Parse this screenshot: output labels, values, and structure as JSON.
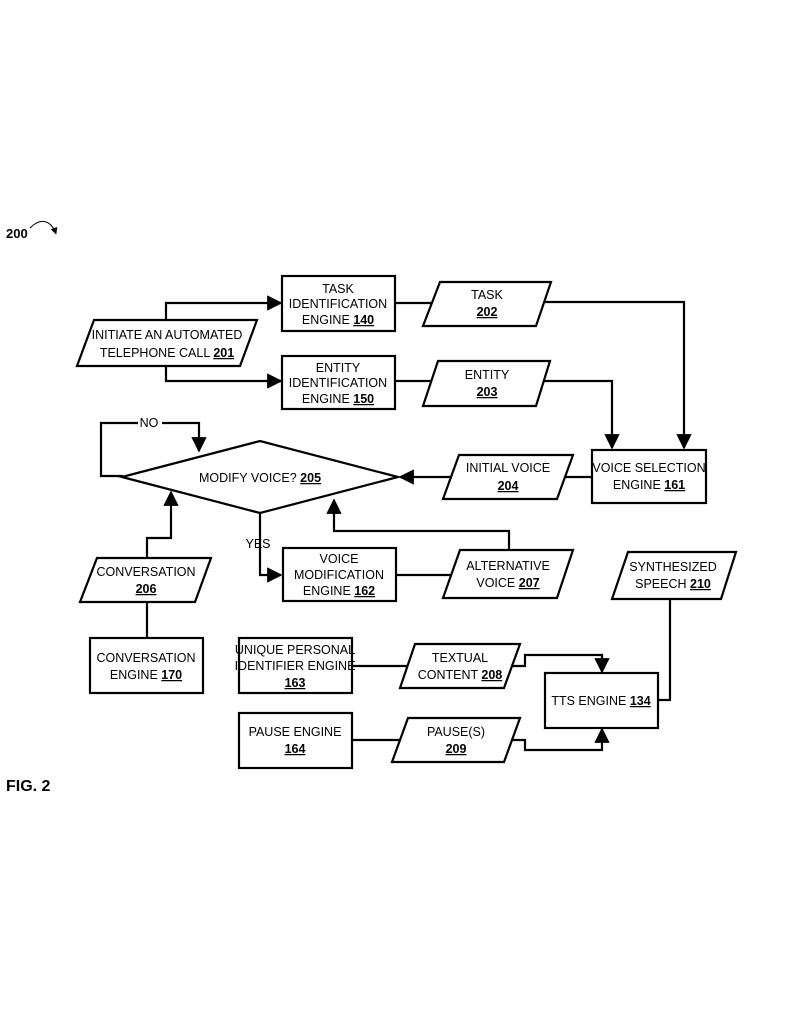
{
  "figure_ref": "200",
  "figure_label": "FIG. 2",
  "nodes": {
    "initiate_call": {
      "lines": [
        "INITIATE AN AUTOMATED",
        "TELEPHONE CALL"
      ],
      "ref": "201"
    },
    "task_engine": {
      "lines": [
        "TASK",
        "IDENTIFICATION",
        "ENGINE"
      ],
      "ref": "140"
    },
    "entity_engine": {
      "lines": [
        "ENTITY",
        "IDENTIFICATION",
        "ENGINE"
      ],
      "ref": "150"
    },
    "task": {
      "lines": [
        "TASK"
      ],
      "ref": "202"
    },
    "entity": {
      "lines": [
        "ENTITY"
      ],
      "ref": "203"
    },
    "voice_selection_engine": {
      "lines": [
        "VOICE SELECTION",
        "ENGINE"
      ],
      "ref": "161"
    },
    "initial_voice": {
      "lines": [
        "INITIAL VOICE"
      ],
      "ref": "204"
    },
    "modify_voice": {
      "lines": [
        "MODIFY VOICE?"
      ],
      "ref": "205"
    },
    "voice_mod_engine": {
      "lines": [
        "VOICE",
        "MODIFICATION",
        "ENGINE"
      ],
      "ref": "162"
    },
    "alternative_voice": {
      "lines": [
        "ALTERNATIVE",
        "VOICE"
      ],
      "ref": "207"
    },
    "conversation": {
      "lines": [
        "CONVERSATION"
      ],
      "ref": "206"
    },
    "conversation_engine": {
      "lines": [
        "CONVERSATION",
        "ENGINE"
      ],
      "ref": "170"
    },
    "upi_engine": {
      "lines": [
        "UNIQUE PERSONAL",
        "IDENTIFIER ENGINE"
      ],
      "ref": "163"
    },
    "textual_content": {
      "lines": [
        "TEXTUAL",
        "CONTENT"
      ],
      "ref": "208"
    },
    "pause_engine": {
      "lines": [
        "PAUSE ENGINE"
      ],
      "ref": "164"
    },
    "pauses": {
      "lines": [
        "PAUSE(S)"
      ],
      "ref": "209"
    },
    "tts_engine": {
      "lines": [
        "TTS ENGINE"
      ],
      "ref": "134"
    },
    "synthesized_speech": {
      "lines": [
        "SYNTHESIZED",
        "SPEECH"
      ],
      "ref": "210"
    }
  },
  "edge_labels": {
    "no": "NO",
    "yes": "YES"
  }
}
